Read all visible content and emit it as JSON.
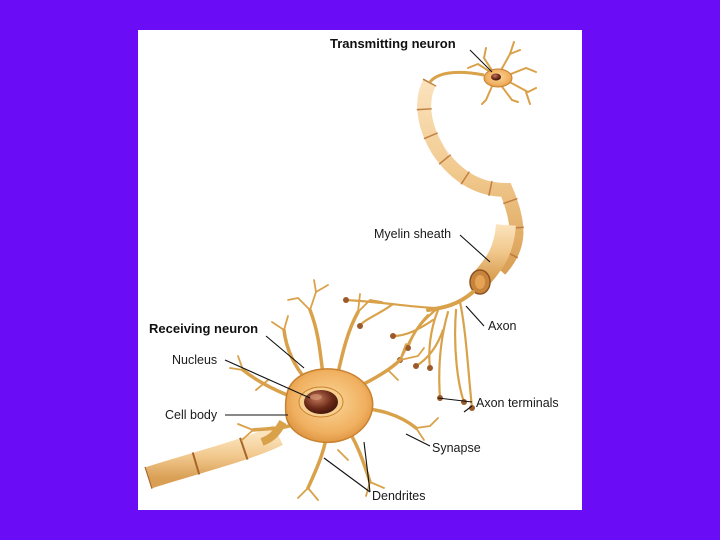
{
  "labels": {
    "transmitting_neuron": "Transmitting neuron",
    "myelin_sheath": "Myelin sheath",
    "receiving_neuron": "Receiving neuron",
    "axon": "Axon",
    "nucleus": "Nucleus",
    "cell_body": "Cell body",
    "axon_terminals": "Axon terminals",
    "synapse": "Synapse",
    "dendrites": "Dendrites"
  },
  "colors": {
    "background": "#6a0cf6",
    "panel": "#ffffff",
    "cell": "#f2b866",
    "cell_dark": "#c9822e",
    "nucleus": "#6b2a18",
    "myelin": "#f4cf9a",
    "myelin_gap": "#a8642a"
  }
}
